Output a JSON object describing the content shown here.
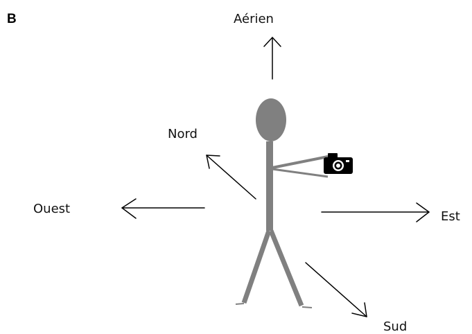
{
  "panel_label": "B",
  "directions": {
    "aerien": "Aérien",
    "nord": "Nord",
    "ouest": "Ouest",
    "est": "Est",
    "sud": "Sud"
  },
  "figure": {
    "subject": "stick-figure",
    "held_object": "camera-icon"
  },
  "colors": {
    "figure": "#808080",
    "arrow": "#000000",
    "camera": "#000000"
  }
}
